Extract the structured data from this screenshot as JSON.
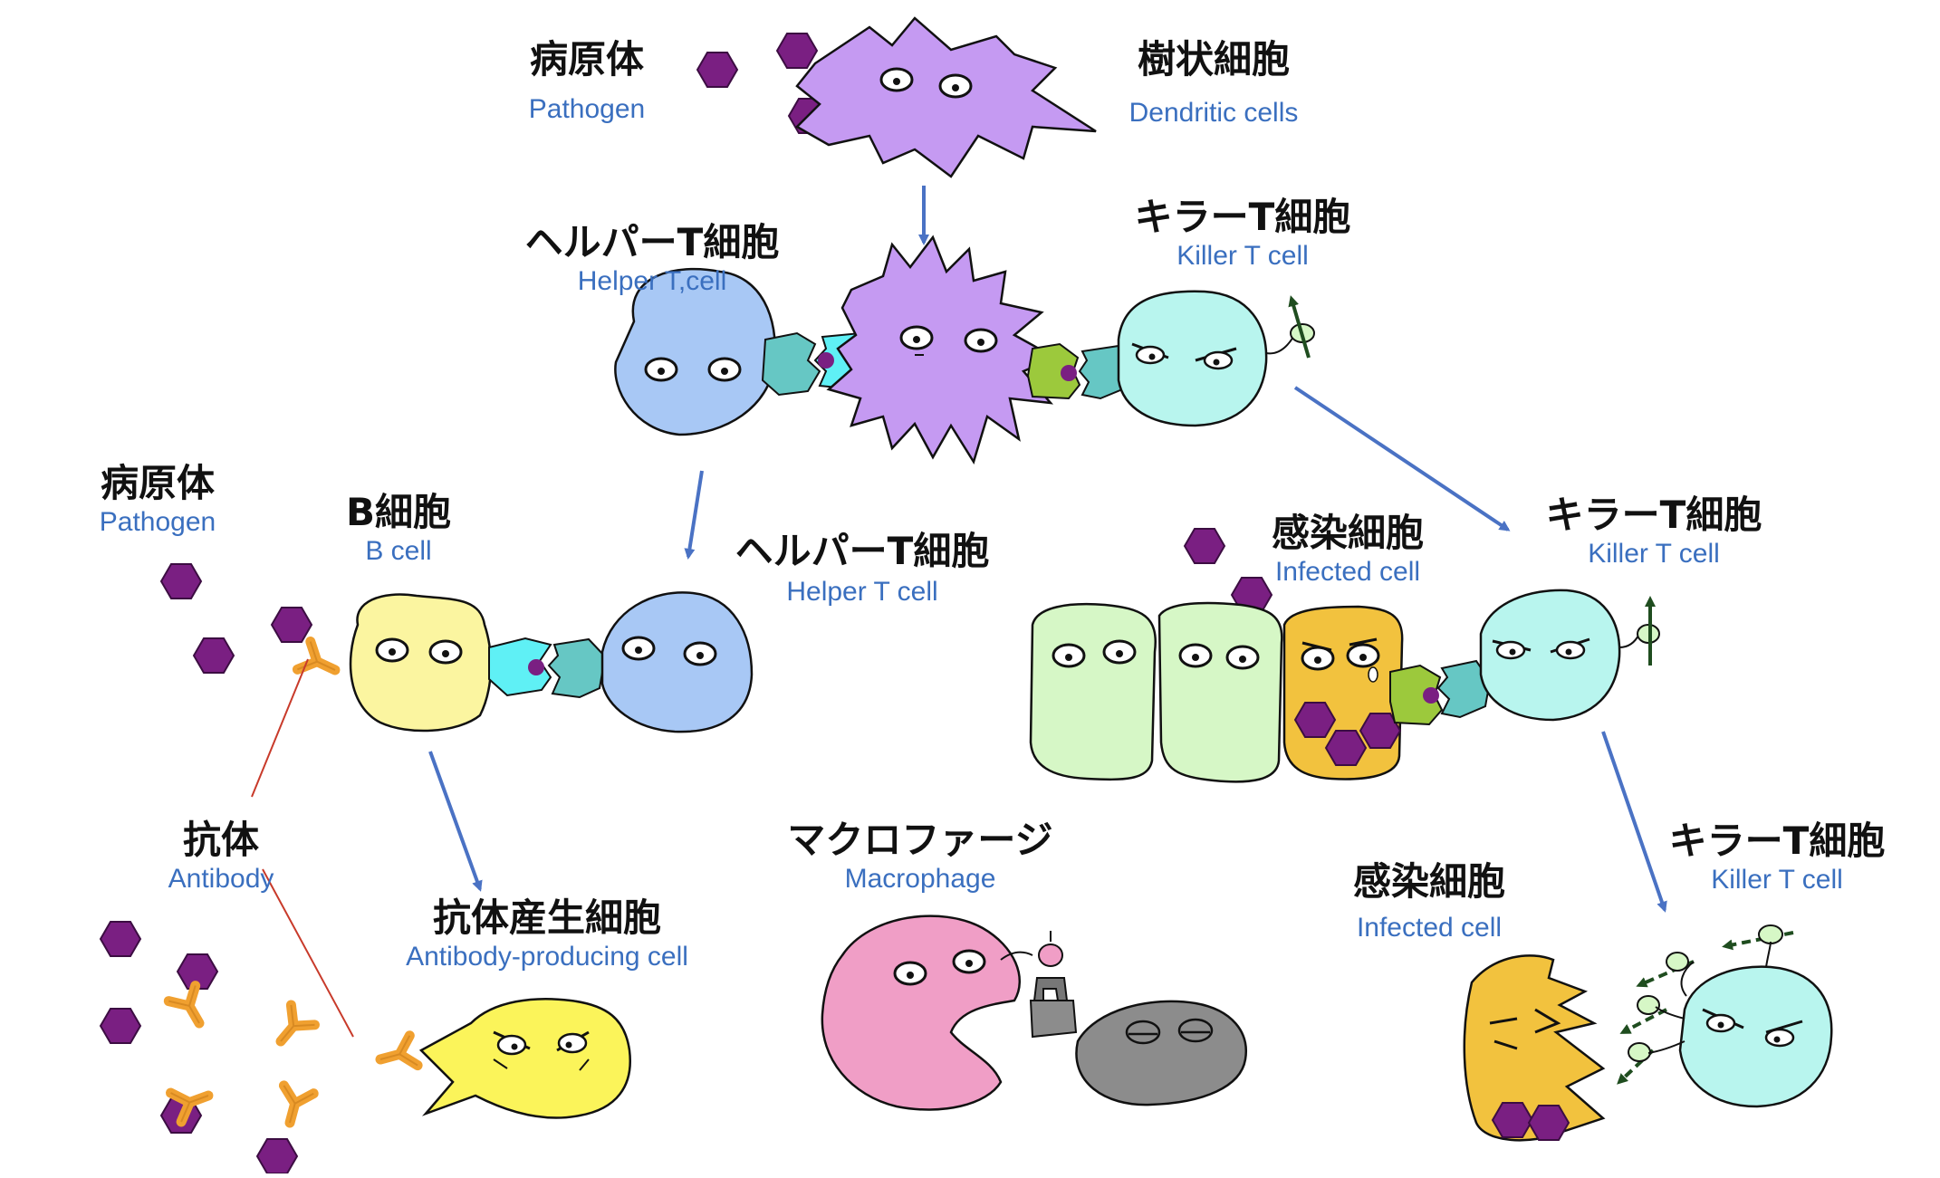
{
  "labels": {
    "pathogen_top": {
      "jp": "病原体",
      "en": "Pathogen"
    },
    "dendritic": {
      "jp": "樹状細胞",
      "en": "Dendritic cells"
    },
    "helper_top": {
      "jp": "ヘルパーT細胞",
      "en": "Helper T,cell"
    },
    "killer_top": {
      "jp": "キラーT細胞",
      "en": "Killer T cell"
    },
    "pathogen_left": {
      "jp": "病原体",
      "en": "Pathogen"
    },
    "bcell": {
      "jp": "B細胞",
      "en": "B cell"
    },
    "helper_mid": {
      "jp": "ヘルパーT細胞",
      "en": "Helper T cell"
    },
    "infected_mid": {
      "jp": "感染細胞",
      "en": "Infected cell"
    },
    "killer_mid": {
      "jp": "キラーT細胞",
      "en": "Killer T cell"
    },
    "antibody": {
      "jp": "抗体",
      "en": "Antibody"
    },
    "antibody_producing": {
      "jp": "抗体産生細胞",
      "en": "Antibody-producing cell"
    },
    "macrophage": {
      "jp": "マクロファージ",
      "en": "Macrophage"
    },
    "infected_bottom": {
      "jp": "感染細胞",
      "en": "Infected cell"
    },
    "killer_bottom": {
      "jp": "キラーT細胞",
      "en": "Killer T cell"
    }
  },
  "colors": {
    "dendritic": "#c59af2",
    "helper": "#a8c8f5",
    "killer": "#b8f5ee",
    "bcell": "#fbf5a0",
    "infected": "#f2c23e",
    "healthy": "#d6f7c6",
    "antibody_producing": "#fbf45a",
    "macrophage": "#f09ec6",
    "dead_cell": "#8c8c8c",
    "pathogen": "#7a1f82",
    "antibody": "#f0a030",
    "arrow": "#4a72c4",
    "antibody_line": "#c83a2a",
    "receptor_teal": "#66c7c4",
    "receptor_cyan": "#5ff0f5",
    "receptor_green": "#9cc93c"
  }
}
